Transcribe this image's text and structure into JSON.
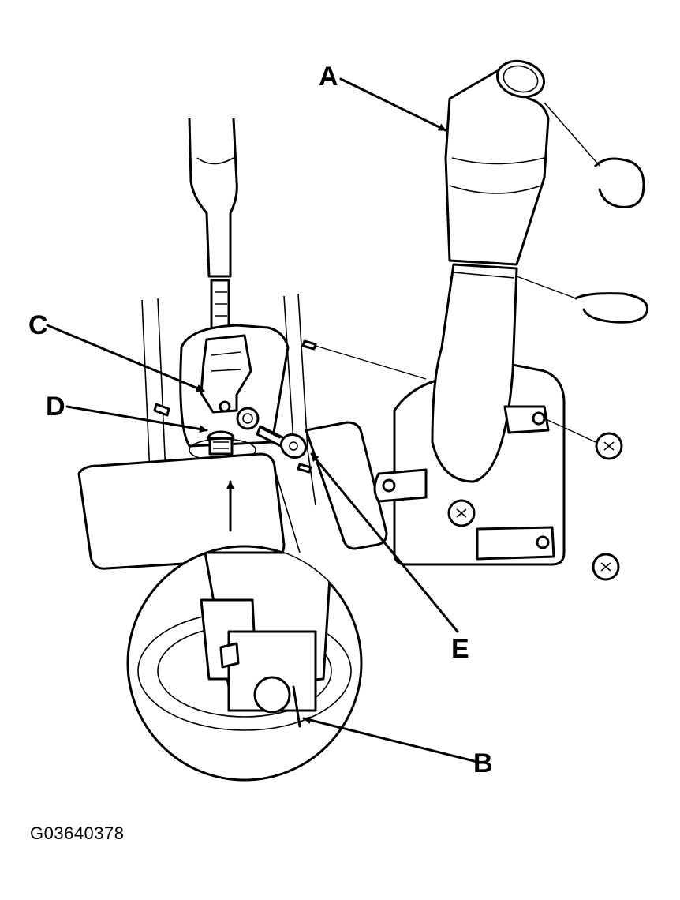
{
  "callouts": {
    "a": "A",
    "b": "B",
    "c": "C",
    "d": "D",
    "e": "E"
  },
  "figure_id": "G03640378"
}
